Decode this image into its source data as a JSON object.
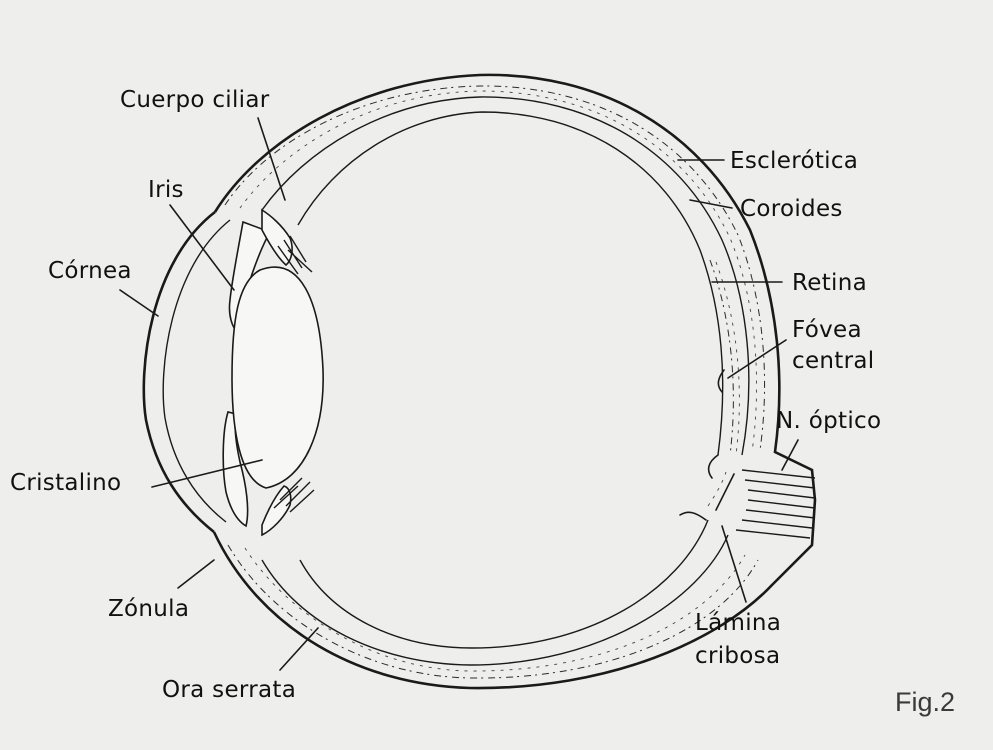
{
  "labels": {
    "cuerpo_ciliar": "Cuerpo ciliar",
    "iris": "Iris",
    "cornea": "Córnea",
    "cristalino": "Cristalino",
    "zonula": "Zónula",
    "ora_serrata": "Ora serrata",
    "esclerotica": "Esclerótica",
    "coroides": "Coroides",
    "retina": "Retina",
    "fovea_line1": "Fóvea",
    "fovea_line2": "central",
    "nervio_optico": "N. óptico",
    "lamina_line1": "Lámina",
    "lamina_line2": "cribosa"
  },
  "figure_number": "Fig.2",
  "colors": {
    "ink": "#111111",
    "paper": "#eeeeec"
  }
}
